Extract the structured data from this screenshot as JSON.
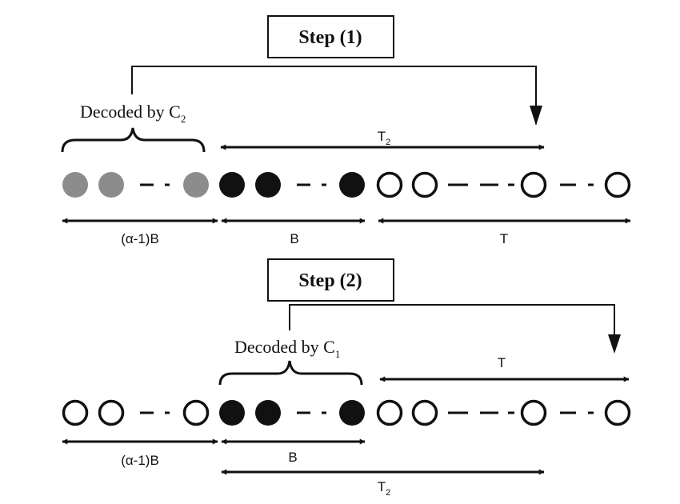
{
  "step1": {
    "title": "Step (1)",
    "decoded_label": "Decoded by C",
    "decoded_subscript": "2",
    "t2_label": "T",
    "t2_subscript": "2",
    "alpha_label": "(α-1)B",
    "b_label": "B",
    "t_label": "T"
  },
  "step2": {
    "title": "Step (2)",
    "decoded_label": "Decoded by C",
    "decoded_subscript": "1",
    "t_label": "T",
    "alpha_label": "(α-1)B",
    "b_label": "B",
    "t2_label": "T",
    "t2_subscript": "2"
  },
  "colors": {
    "gray_circle": "#8c8c8c",
    "black_circle": "#111111",
    "stroke": "#111111"
  },
  "symbols": {
    "row1": [
      "gray-circle",
      "gray-circle",
      "gray-circle",
      "black-circle",
      "black-circle",
      "black-circle",
      "open-circle",
      "open-circle",
      "open-circle",
      "open-circle"
    ],
    "row2": [
      "open-circle",
      "open-circle",
      "open-circle",
      "black-circle",
      "black-circle",
      "black-circle",
      "open-circle",
      "open-circle",
      "open-circle",
      "open-circle"
    ]
  }
}
